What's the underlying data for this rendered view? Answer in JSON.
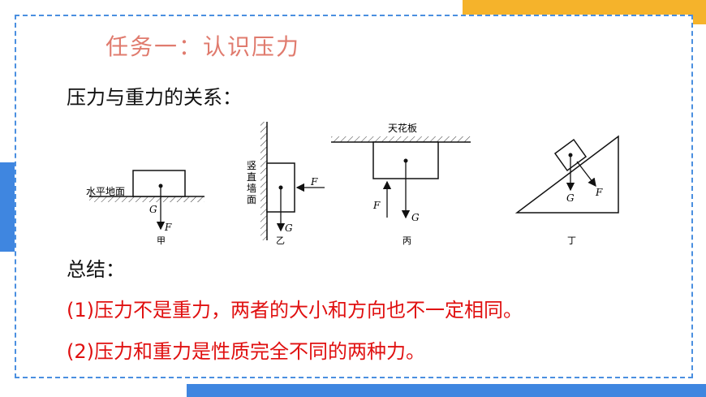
{
  "title": "任务一：认识压力",
  "subtitle": "压力与重力的关系：",
  "diagrams": {
    "jia": {
      "surface_label": "水平地面",
      "g": "G",
      "f": "F",
      "caption": "甲"
    },
    "yi": {
      "wall_label": [
        "竖",
        "直",
        "墙",
        "面"
      ],
      "f": "F",
      "g": "G",
      "caption": "乙"
    },
    "bing": {
      "ceiling_label": "天花板",
      "f": "F",
      "g": "G",
      "caption": "丙"
    },
    "ding": {
      "g": "G",
      "f": "F",
      "caption": "丁"
    }
  },
  "summary_label": "总结：",
  "points": [
    "(1)压力不是重力，两者的大小和方向也不一定相同。",
    "(2)压力和重力是性质完全不同的两种力。"
  ],
  "colors": {
    "title": "#e07b6e",
    "points": "#e01010",
    "frame": "#4a8fe0",
    "accent_blue": "#3f86e0",
    "accent_orange": "#f5b32b"
  }
}
